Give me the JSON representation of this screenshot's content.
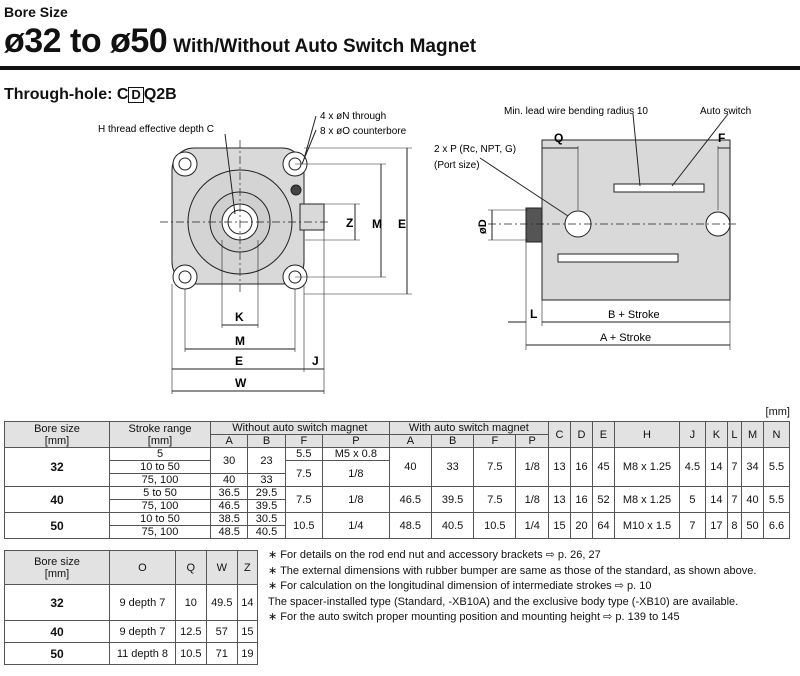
{
  "header": {
    "bore_size_label": "Bore Size",
    "title": "ø32 to ø50",
    "title_sub": "With/Without Auto Switch Magnet",
    "through_hole_prefix": "Through-hole: C",
    "through_hole_box": "D",
    "through_hole_suffix": "Q2B"
  },
  "drawing_front": {
    "h_thread_label": "H thread effective depth C",
    "n_through": "4 x øN through",
    "o_counterbore": "8 x øO counterbore",
    "dim_z": "Z",
    "dim_m_vert": "M",
    "dim_e_vert": "E",
    "dim_k": "K",
    "dim_m": "M",
    "dim_e": "E",
    "dim_j": "J",
    "dim_w": "W"
  },
  "drawing_side": {
    "lead_wire": "Min. lead wire bending radius 10",
    "auto_switch": "Auto switch",
    "dim_q": "Q",
    "dim_f": "F",
    "port_line1": "2 x P (Rc, NPT, G)",
    "port_line2": "(Port size)",
    "dim_d": "øD",
    "dim_l": "L",
    "b_stroke": "B + Stroke",
    "a_stroke": "A + Stroke"
  },
  "unit_note": "[mm]",
  "table1": {
    "bore_header": "Bore size\n[mm]",
    "stroke_header": "Stroke range\n[mm]",
    "without_header": "Without auto switch magnet",
    "with_header": "With auto switch magnet",
    "sub_headers": [
      "A",
      "B",
      "F",
      "P",
      "A",
      "B",
      "F",
      "P"
    ],
    "common_headers": [
      "C",
      "D",
      "E",
      "H",
      "J",
      "K",
      "L",
      "M",
      "N"
    ],
    "r32": {
      "bore": "32",
      "strokes": [
        "5",
        "10 to 50",
        "75, 100"
      ],
      "wo_a1": "30",
      "wo_b1": "23",
      "wo_a2": "40",
      "wo_b2": "33",
      "wo_f": [
        "5.5",
        "7.5"
      ],
      "wo_p": [
        "M5 x 0.8",
        "1/8"
      ],
      "w": [
        "40",
        "33",
        "7.5",
        "1/8"
      ],
      "common": [
        "13",
        "16",
        "45",
        "M8 x 1.25",
        "4.5",
        "14",
        "7",
        "34",
        "5.5"
      ]
    },
    "r40": {
      "bore": "40",
      "strokes": [
        "5 to 50",
        "75, 100"
      ],
      "wo_a": [
        "36.5",
        "46.5"
      ],
      "wo_b": [
        "29.5",
        "39.5"
      ],
      "wo_f": "7.5",
      "wo_p": "1/8",
      "w": [
        "46.5",
        "39.5",
        "7.5",
        "1/8"
      ],
      "common": [
        "13",
        "16",
        "52",
        "M8 x 1.25",
        "5",
        "14",
        "7",
        "40",
        "5.5"
      ]
    },
    "r50": {
      "bore": "50",
      "strokes": [
        "10 to 50",
        "75, 100"
      ],
      "wo_a": [
        "38.5",
        "48.5"
      ],
      "wo_b": [
        "30.5",
        "40.5"
      ],
      "wo_f": "10.5",
      "wo_p": "1/4",
      "w": [
        "48.5",
        "40.5",
        "10.5",
        "1/4"
      ],
      "common": [
        "15",
        "20",
        "64",
        "M10 x 1.5",
        "7",
        "17",
        "8",
        "50",
        "6.6"
      ]
    }
  },
  "table2": {
    "headers": [
      "Bore size\n[mm]",
      "O",
      "Q",
      "W",
      "Z"
    ],
    "rows": [
      [
        "32",
        "9 depth 7",
        "10",
        "49.5",
        "14"
      ],
      [
        "40",
        "9 depth 7",
        "12.5",
        "57",
        "15"
      ],
      [
        "50",
        "11 depth 8",
        "10.5",
        "71",
        "19"
      ]
    ]
  },
  "notes": [
    "∗ For details on the rod end nut and accessory brackets ⇨ p. 26, 27",
    "∗ The external dimensions with rubber bumper are same as those of the standard, as shown above.",
    "∗ For calculation on the longitudinal dimension of intermediate strokes ⇨ p. 10",
    "   The spacer-installed type (Standard, -XB10A) and the exclusive body type (-XB10) are available.",
    "∗ For the auto switch proper mounting position and mounting height ⇨ p. 139 to 145"
  ]
}
